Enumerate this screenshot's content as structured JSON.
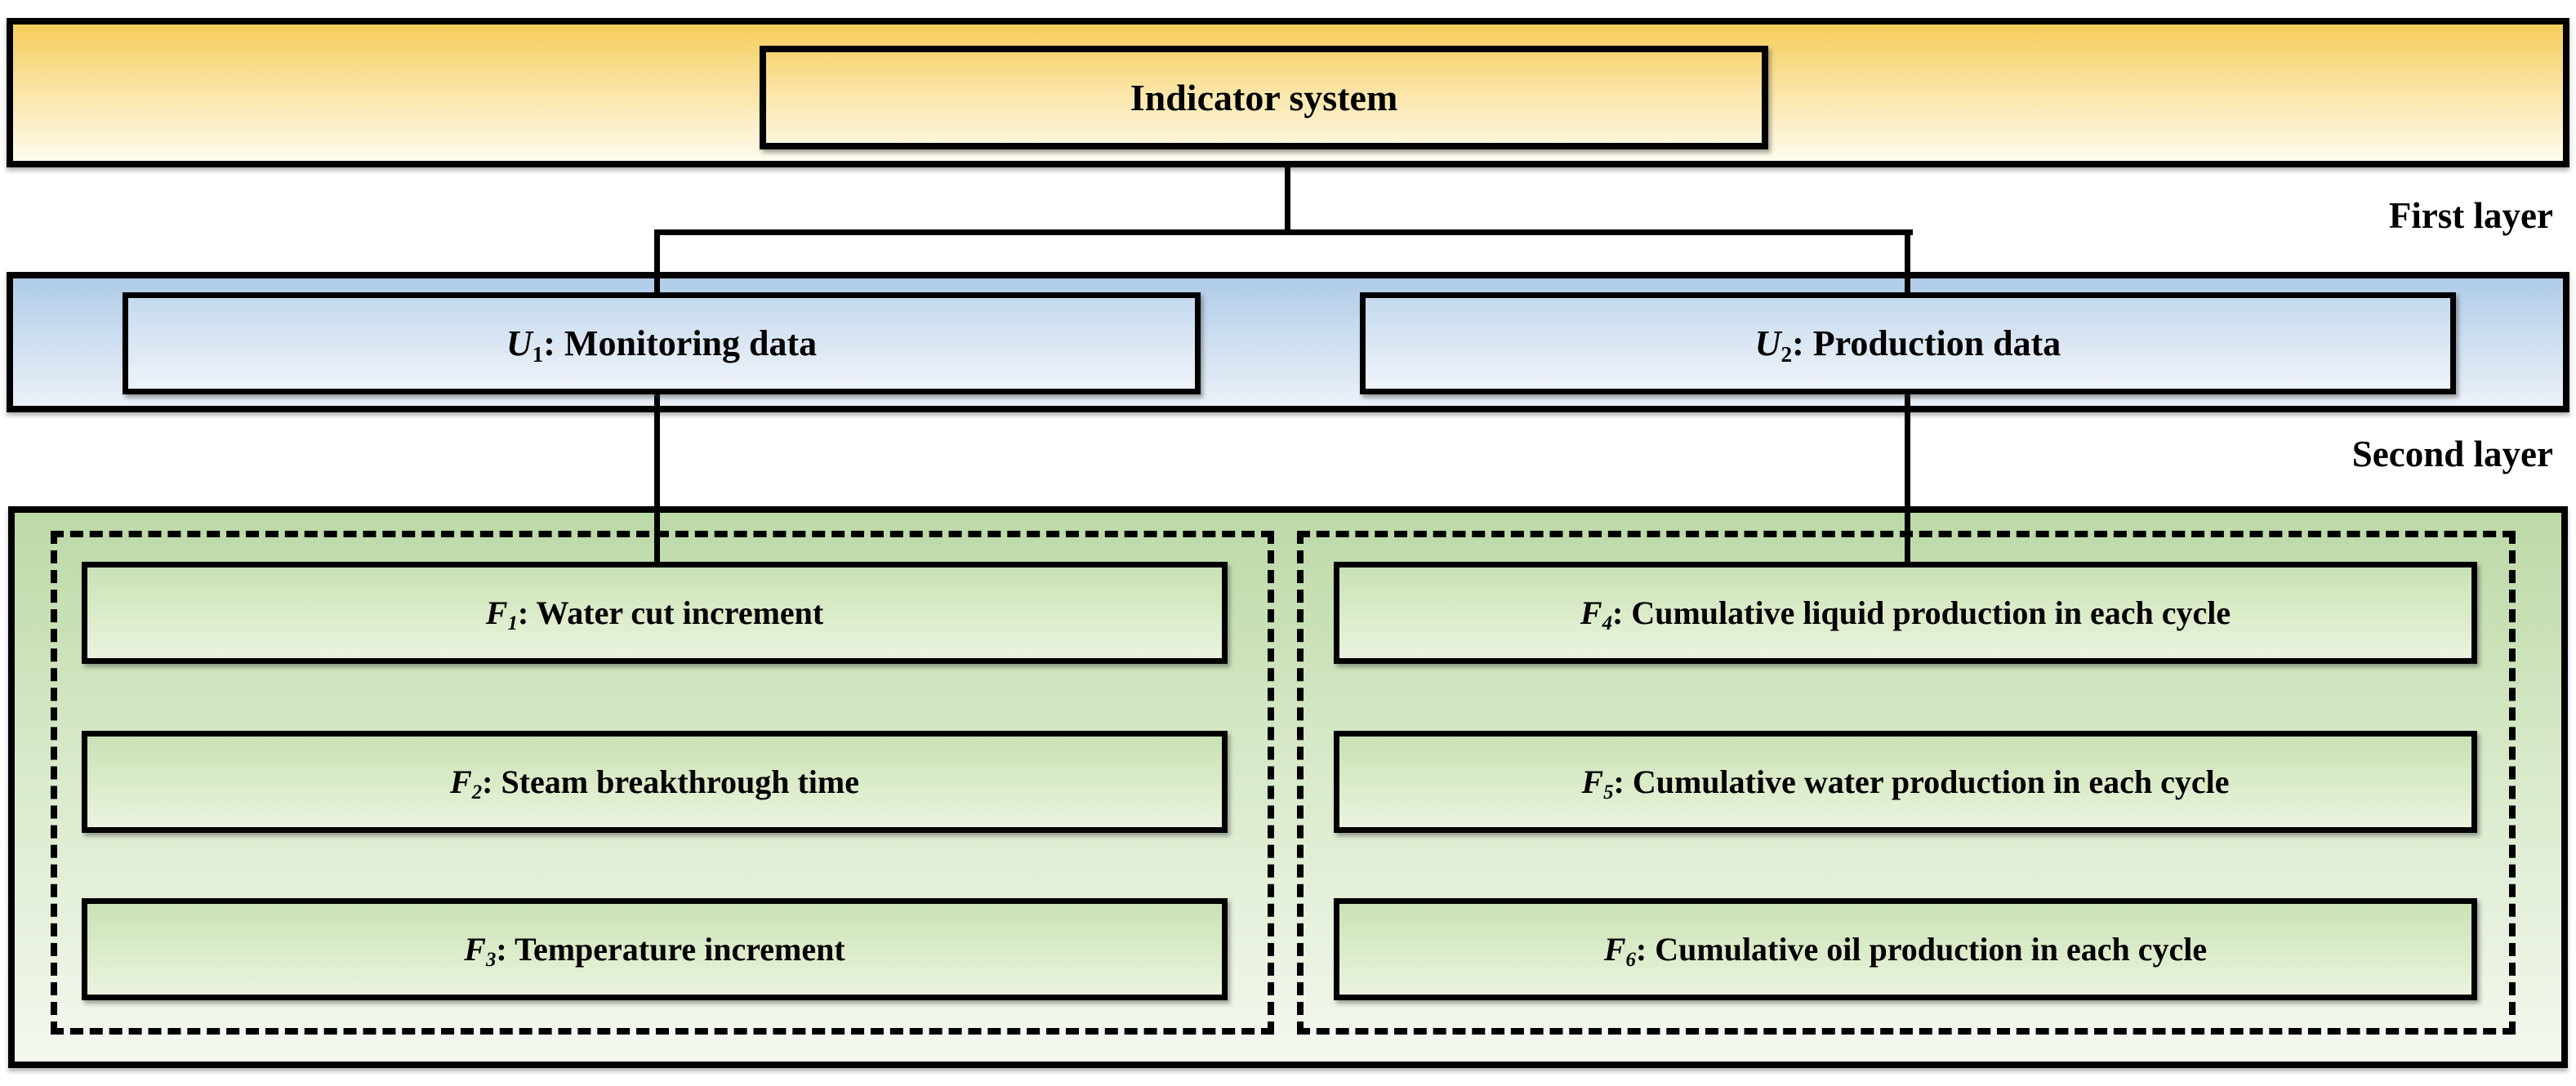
{
  "title_box": {
    "label": "Indicator system"
  },
  "layer_labels": {
    "first": "First layer",
    "second": "Second layer"
  },
  "layer1": [
    {
      "letter": "U",
      "sub": "1",
      "rest": ": Monitoring data"
    },
    {
      "letter": "U",
      "sub": "2",
      "rest": ": Production data"
    }
  ],
  "layer2_left": [
    {
      "letter": "F",
      "sub": "1",
      "rest": ": Water cut increment"
    },
    {
      "letter": "F",
      "sub": "2",
      "rest": ": Steam breakthrough time"
    },
    {
      "letter": "F",
      "sub": "3",
      "rest": ": Temperature increment"
    }
  ],
  "layer2_right": [
    {
      "letter": "F",
      "sub": "4",
      "rest": ": Cumulative liquid production in each cycle"
    },
    {
      "letter": "F",
      "sub": "5",
      "rest": ": Cumulative water production in each cycle"
    },
    {
      "letter": "F",
      "sub": "6",
      "rest": ": Cumulative oil production in each cycle"
    }
  ],
  "colors": {
    "yellow_band_top": "#f6cd5b",
    "yellow_band_bottom": "#fefbee",
    "blue_band_top": "#afcce8",
    "blue_band_bottom": "#ebf1f8",
    "green_panel_top": "#bcd9a7",
    "green_panel_bottom": "#f3f8ef",
    "border": "#000000",
    "text": "#000000"
  }
}
